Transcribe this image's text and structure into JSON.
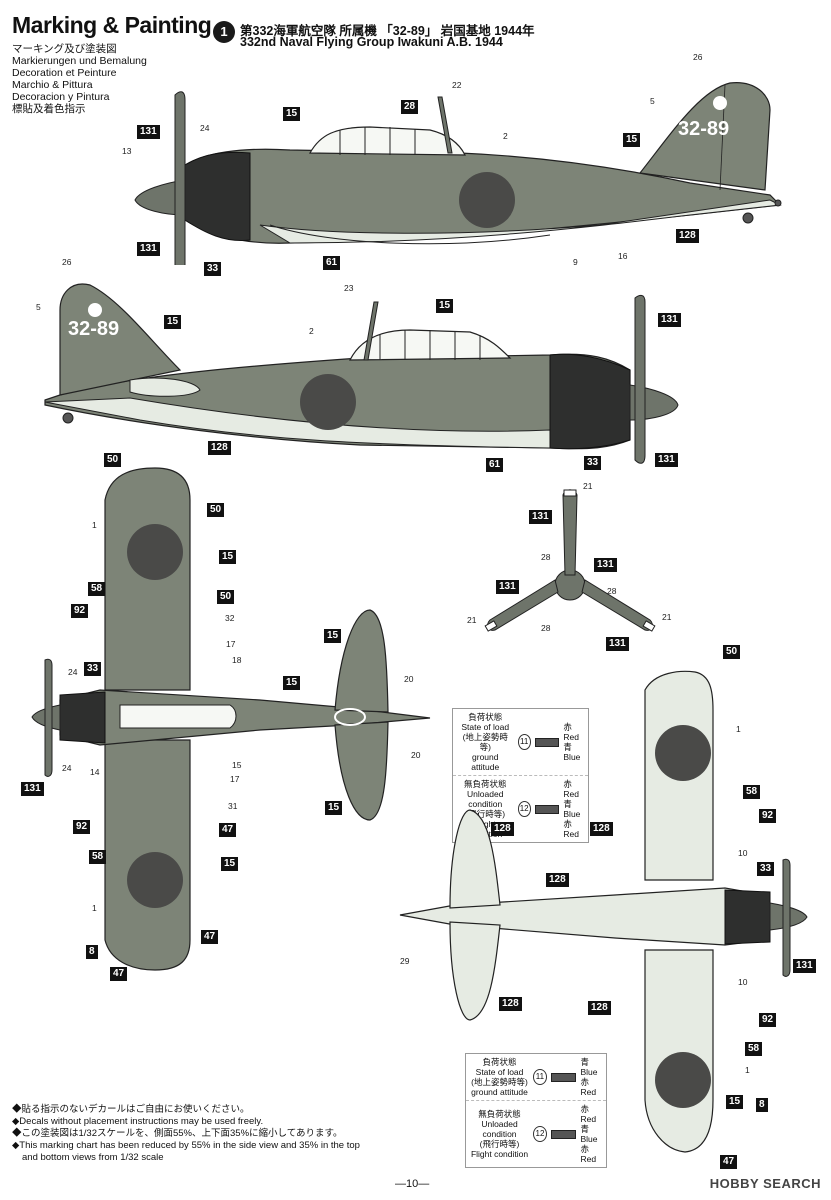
{
  "header": {
    "title": "Marking & Painting",
    "subtitles": [
      "マーキング及び塗装図",
      "Markierungen und Bemalung",
      "Decoration et Peinture",
      "Marchio & Pittura",
      "Decoracion y Pintura",
      "標貼及着色指示"
    ],
    "unit_number": "1",
    "unit_jp": "第332海軍航空隊 所属機 「32-89」 岩国基地 1944年",
    "unit_en": "332nd Naval Flying Group Iwakuni A.B. 1944"
  },
  "tail_code": "32-89",
  "legend_top": {
    "row1": {
      "jp": "負荷状態",
      "en1": "State of load",
      "jp2": "地上姿勢時等",
      "en2": "ground attitude",
      "num": "11",
      "colors": [
        "赤Red",
        "青Blue"
      ]
    },
    "row2": {
      "jp": "無負荷状態",
      "en1": "Unloaded condition",
      "jp2": "飛行時等",
      "en2": "Flight condition",
      "num": "12",
      "colors": [
        "赤Red",
        "青Blue",
        "赤Red"
      ]
    }
  },
  "legend_bottom": {
    "row1": {
      "jp": "負荷状態",
      "en1": "State of load",
      "jp2": "地上姿勢時等",
      "en2": "ground attitude",
      "num": "11",
      "colors": [
        "青Blue",
        "赤Red"
      ]
    },
    "row2": {
      "jp": "無負荷状態",
      "en1": "Unloaded condition",
      "jp2": "飛行時等",
      "en2": "Flight condition",
      "num": "12",
      "colors": [
        "赤Red",
        "青Blue",
        "赤Red"
      ]
    }
  },
  "notes": [
    "◆貼る指示のないデカールはご自由にお使いください。",
    "◆Decals without placement instructions may be used freely.",
    "◆この塗装図は1/32スケールを、側面55%、上下面35%に縮小してあります。",
    "◆This marking chart has been reduced by 55% in the side view and 35% in the top",
    "and bottom views from 1/32 scale"
  ],
  "page_number": "—10—",
  "watermark": "HOBBY SEARCH",
  "colors": {
    "upper": "#7d8477",
    "lower": "#e6ebe3",
    "hinomaru": "#4a4a48",
    "ink": "#111111"
  },
  "callouts": {
    "side1": [
      "131",
      "24",
      "13",
      "131",
      "33",
      "15",
      "28",
      "22",
      "2",
      "61",
      "9",
      "16",
      "128",
      "15",
      "5",
      "26"
    ],
    "side2": [
      "26",
      "5",
      "32-89",
      "15",
      "23",
      "15",
      "2",
      "128",
      "61",
      "33",
      "131",
      "131"
    ],
    "prop": [
      "21",
      "131",
      "28",
      "131",
      "28",
      "21",
      "28",
      "131",
      "21"
    ],
    "top": [
      "50",
      "1",
      "50",
      "15",
      "58",
      "92",
      "50",
      "32",
      "17",
      "18",
      "24",
      "33",
      "15",
      "15",
      "20",
      "20",
      "14",
      "24",
      "131",
      "15",
      "17",
      "31",
      "47",
      "92",
      "58",
      "15",
      "1",
      "8",
      "47",
      "47",
      "15"
    ],
    "bottom": [
      "50",
      "1",
      "128",
      "128",
      "58",
      "92",
      "10",
      "33",
      "128",
      "29",
      "131",
      "10",
      "128",
      "128",
      "92",
      "58",
      "1",
      "15",
      "8",
      "47"
    ]
  }
}
